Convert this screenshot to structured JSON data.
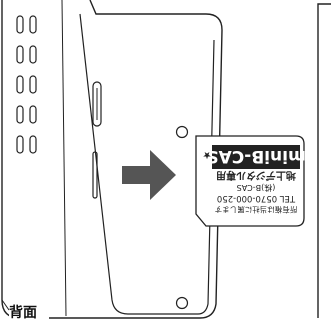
{
  "colors": {
    "line": "#222222",
    "arrow": "#555555",
    "background": "#ffffff"
  },
  "device": {
    "side_label": "背面"
  },
  "card": {
    "text_lines": [
      "所有権は当社に属します",
      "TEL 0570-000-250",
      "(株)B-CAS"
    ],
    "subtitle": "地上デジタル専用",
    "star": "★",
    "logo": "miniB-CAS"
  },
  "icons": {
    "arrow": "right-arrow-icon"
  }
}
